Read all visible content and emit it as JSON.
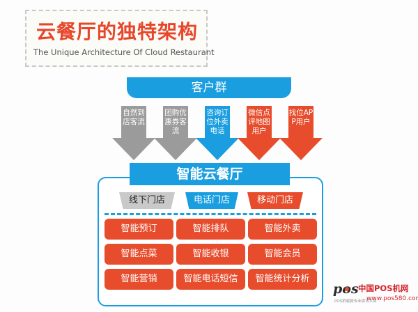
{
  "header": {
    "title_cn": "云餐厅的独特架构",
    "title_en": "The Unique Architecture Of Cloud Restaurant"
  },
  "customer_group": "客户群",
  "channels": [
    {
      "label": "自然到店客流",
      "color": "#9b9b9b"
    },
    {
      "label": "团购优惠券客流",
      "color": "#9b9b9b"
    },
    {
      "label": "咨询订位外卖电话",
      "color": "#1a9ee0"
    },
    {
      "label": "微信点评地图用户",
      "color": "#e74c2c"
    },
    {
      "label": "找位APP用户",
      "color": "#e74c2c"
    }
  ],
  "smart_restaurant": "智能云餐厅",
  "stores": [
    "线下门店",
    "电话门店",
    "移动门店"
  ],
  "functions": [
    "智能预订",
    "智能排队",
    "智能外卖",
    "智能点菜",
    "智能收银",
    "智能会员",
    "智能营销",
    "智能电话短信",
    "智能统计分析"
  ],
  "watermark": {
    "logo_text": "pos",
    "site_name": "中国POS机网",
    "tagline": "POS机收款专业资讯平台",
    "url": "www.pos580.com"
  },
  "colors": {
    "blue": "#1a9ee0",
    "red": "#e74c2c",
    "gray": "#9b9b9b",
    "title_red": "#e8462a"
  }
}
